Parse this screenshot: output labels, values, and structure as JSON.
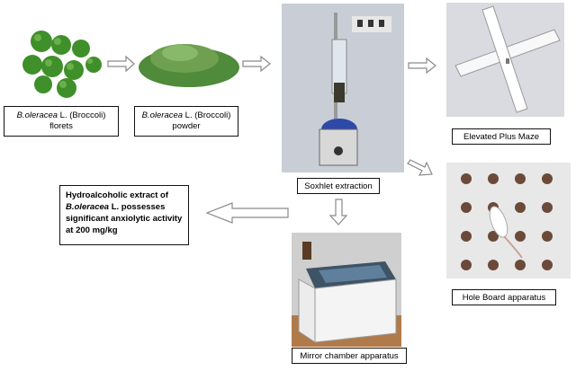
{
  "steps": {
    "florets": {
      "species": "B.oleracea",
      "rest": " L. (Broccoli)",
      "line2": "florets"
    },
    "powder": {
      "species": "B.oleracea",
      "rest": " L. (Broccoli)",
      "line2": "powder"
    },
    "soxhlet": {
      "label": "Soxhlet extraction"
    },
    "epm": {
      "label": "Elevated Plus Maze"
    },
    "holeboard": {
      "label": "Hole Board apparatus"
    },
    "mirror": {
      "label": "Mirror chamber apparatus"
    }
  },
  "conclusion": {
    "line1": "Hydroalcoholic extract of",
    "species": "B.oleracea",
    "line2_rest": " L. possesses",
    "line3": "significant anxiolytic activity",
    "line4": "at 200 mg/kg"
  },
  "colors": {
    "broccoli": "#3f8f2a",
    "powder": "#4f8b3a",
    "arrow": "#8a8a8a"
  }
}
